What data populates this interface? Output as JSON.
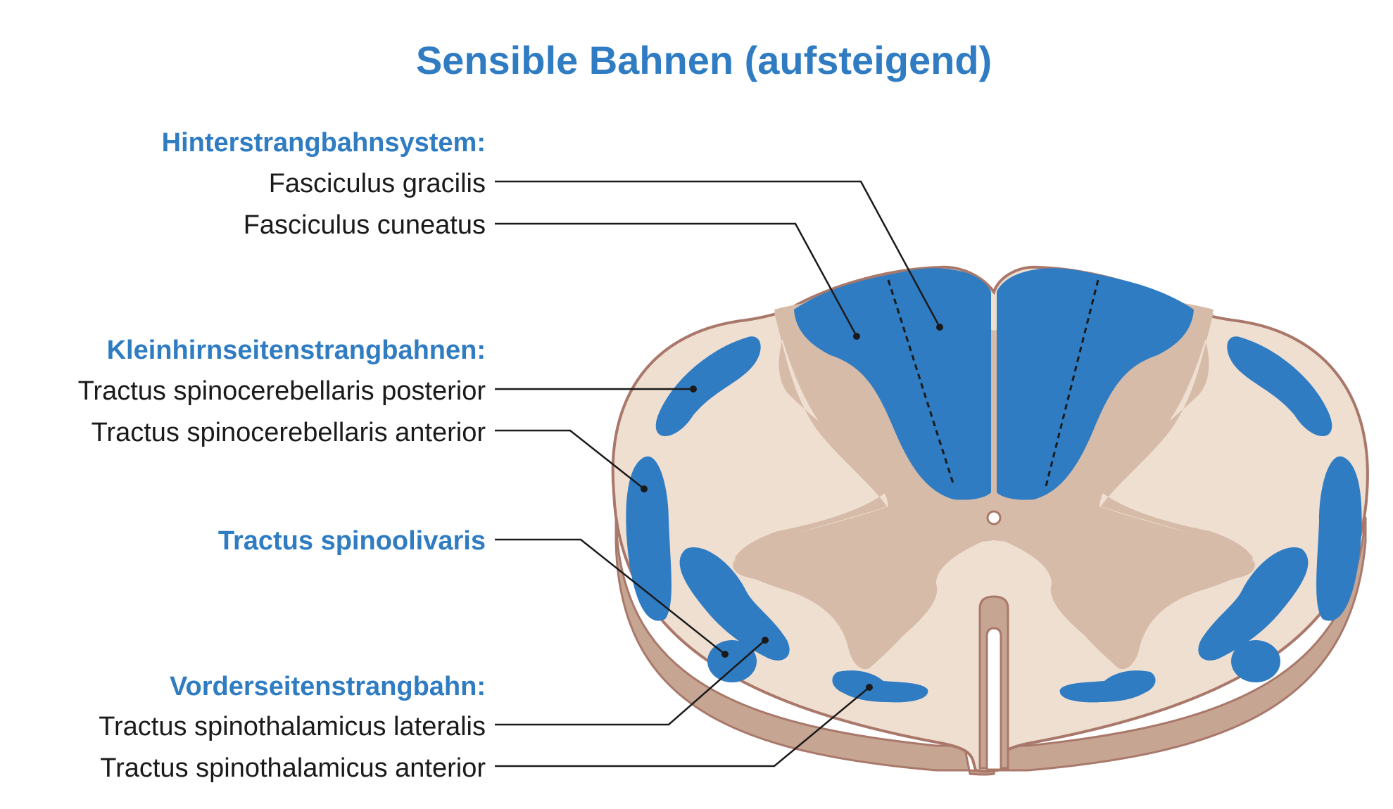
{
  "title": "Sensible Bahnen (aufsteigend)",
  "groups": {
    "hinterstrang": {
      "heading": "Hinterstrangbahnsystem:",
      "items": [
        "Fasciculus gracilis",
        "Fasciculus cuneatus"
      ]
    },
    "kleinhirn": {
      "heading": "Kleinhirnseitenstrangbahnen:",
      "items": [
        "Tractus spinocerebellaris posterior",
        "Tractus spinocerebellaris anterior"
      ]
    },
    "spinoolivaris": {
      "heading": "Tractus spinoolivaris"
    },
    "vorderseiten": {
      "heading": "Vorderseitenstrangbahn:",
      "items": [
        "Tractus spinothalamicus lateralis",
        "Tractus spinothalamicus anterior"
      ]
    }
  },
  "colors": {
    "accent": "#2f7cc3",
    "tract": "#2f7cc3",
    "white_matter": "#efdfd1",
    "grey_matter": "#d5bba8",
    "outline": "#a9786a",
    "side": "#c6a593",
    "text": "#1a1a1a"
  }
}
